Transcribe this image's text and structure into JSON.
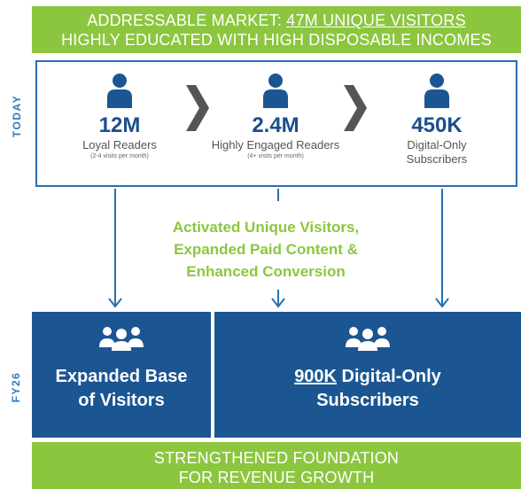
{
  "top_banner": {
    "line1_prefix": "ADDRESSABLE MARKET: ",
    "line1_underlined": "47M UNIQUE VISITORS",
    "line2": "HIGHLY EDUCATED WITH HIGH DISPOSABLE INCOMES"
  },
  "side_labels": {
    "today": "TODAY",
    "fy26": "FY26"
  },
  "today": [
    {
      "value": "12M",
      "label": "Loyal Readers",
      "sub": "(2-4 visits per month)",
      "icon": "person-icon"
    },
    {
      "value": "2.4M",
      "label": "Highly Engaged Readers",
      "sub": "(4+ visits per month)",
      "icon": "person-icon"
    },
    {
      "value": "450K",
      "label": "Digital-Only",
      "label2": "Subscribers",
      "icon": "person-icon"
    }
  ],
  "middle_text": {
    "line1": "Activated Unique Visitors,",
    "line2": "Expanded Paid Content &",
    "line3": "Enhanced Conversion"
  },
  "fy26": [
    {
      "line1": "Expanded Base",
      "line2": "of Visitors",
      "icon": "group-icon"
    },
    {
      "line1_underlined": "900K",
      "line1_rest": " Digital-Only",
      "line2": "Subscribers",
      "icon": "group-icon"
    }
  ],
  "bottom_banner": {
    "line1": "STRENGTHENED FOUNDATION",
    "line2": "FOR REVENUE GROWTH"
  },
  "colors": {
    "green": "#8cc63f",
    "navy": "#1b5692",
    "blue": "#2a6fb0"
  }
}
